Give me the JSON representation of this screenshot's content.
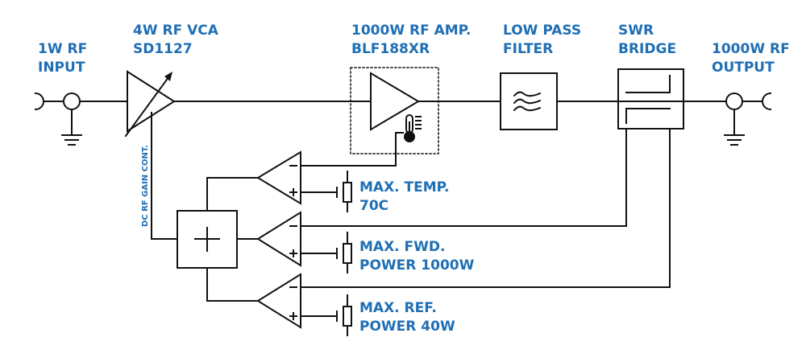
{
  "labels": {
    "input": [
      "1W RF",
      "INPUT"
    ],
    "vca": [
      "4W RF VCA",
      "SD1127"
    ],
    "amp": [
      "1000W RF AMP.",
      "BLF188XR"
    ],
    "lpf": [
      "LOW PASS",
      "FILTER"
    ],
    "swr": [
      "SWR",
      "BRIDGE"
    ],
    "output": [
      "1000W RF",
      "OUTPUT"
    ],
    "gain_control": "DC RF GAIN CONT.",
    "limit_temp": [
      "MAX. TEMP.",
      "70C"
    ],
    "limit_fwd": [
      "MAX. FWD.",
      "POWER 1000W"
    ],
    "limit_ref": [
      "MAX. REF.",
      "POWER 40W"
    ]
  },
  "colors": {
    "label": "#1f6fb5",
    "line": "#111111"
  }
}
